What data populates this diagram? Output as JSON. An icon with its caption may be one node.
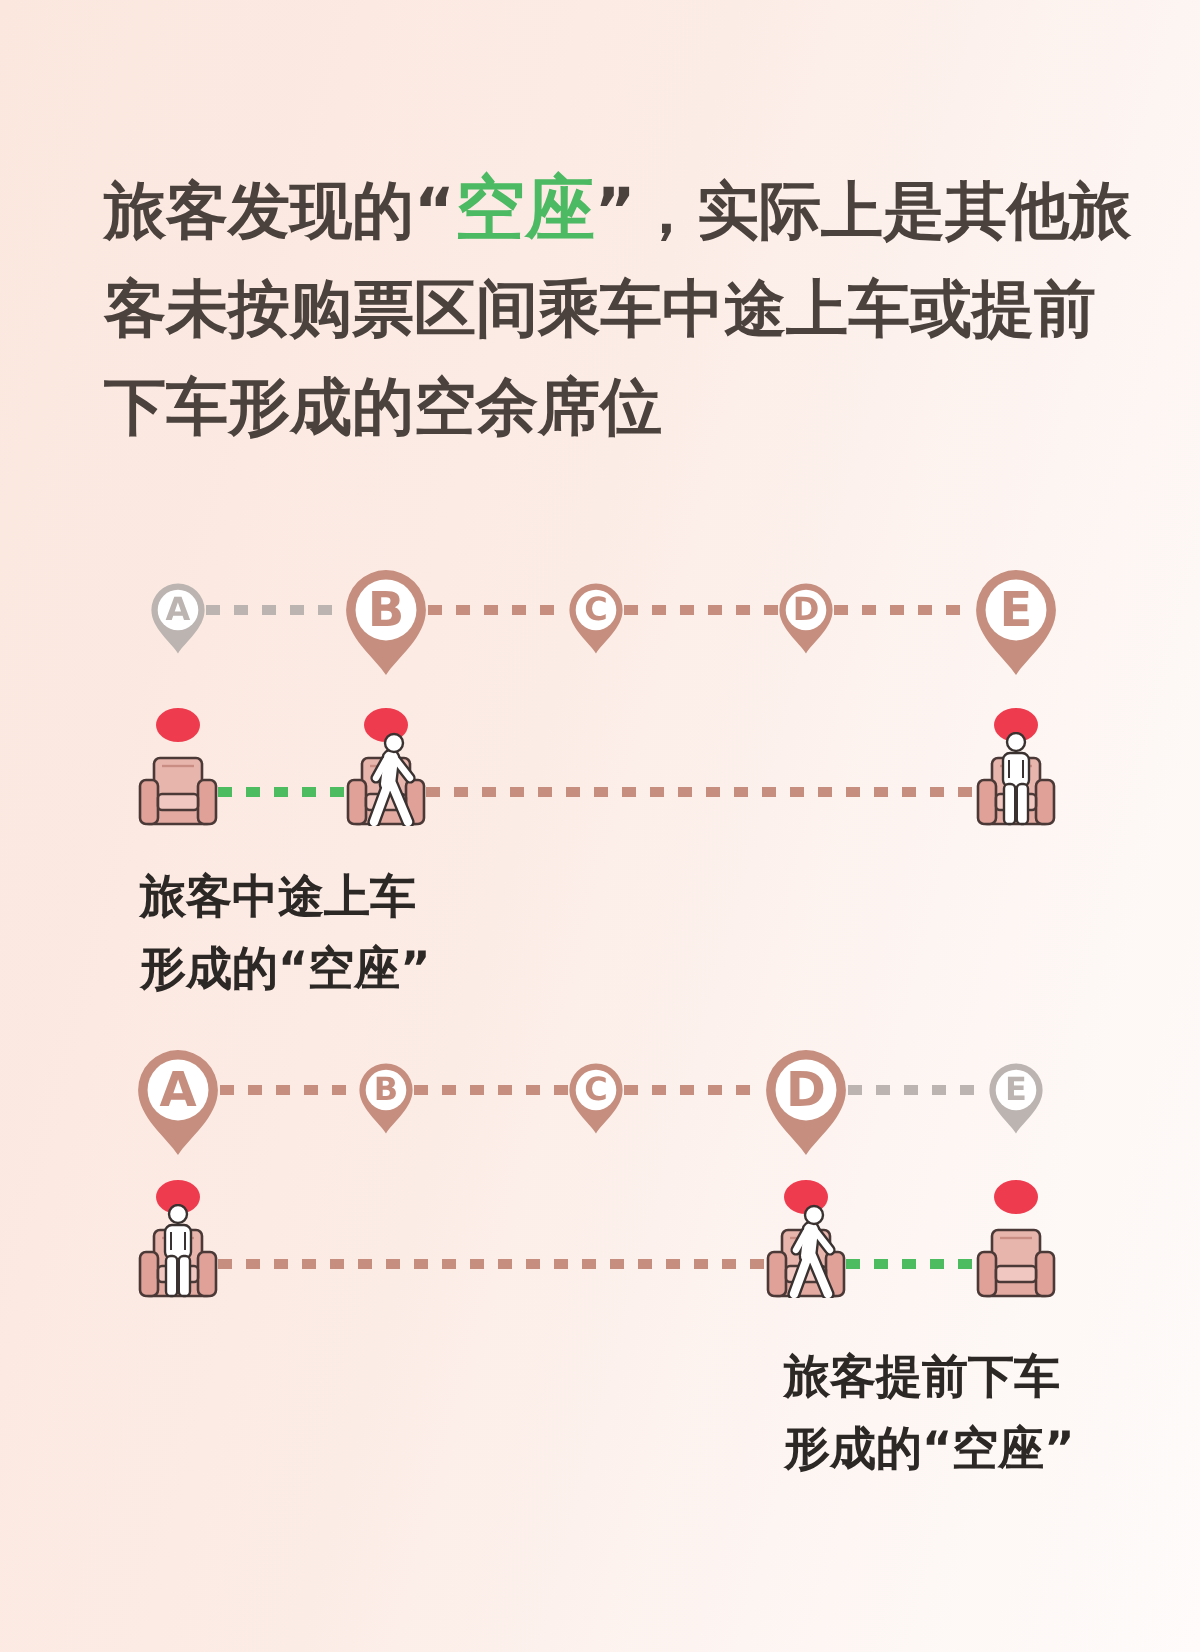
{
  "diagram": {
    "title": "旅客发现的“**空座**”，实际上是其他旅客未按购票区间乘车中途上车或提前下车形成的空余席位",
    "nodes": [
      {
        "text": [
          "A"
        ]
      },
      {
        "text": [
          "B"
        ]
      },
      {
        "text": [
          "C"
        ]
      },
      {
        "text": [
          "D"
        ]
      },
      {
        "text": [
          "E"
        ]
      },
      {
        "text": [],
        "shape": "picture"
      },
      {
        "text": [],
        "shape": "picture"
      },
      {
        "text": [],
        "shape": "picture"
      },
      {
        "text": [
          "A"
        ]
      },
      {
        "text": [
          "B"
        ]
      },
      {
        "text": [
          "C"
        ]
      },
      {
        "text": [
          "D"
        ]
      },
      {
        "text": [
          "E"
        ]
      },
      {
        "text": [],
        "shape": "picture"
      },
      {
        "text": [],
        "shape": "picture"
      },
      {
        "text": [],
        "shape": "picture"
      }
    ],
    "edges": [
      {
        "from": 0,
        "to": 1,
        "arrow": "none",
        "style": "dashed",
        "color": "#bbb4b1"
      },
      {
        "from": 1,
        "to": 2,
        "arrow": "none",
        "style": "dashed"
      },
      {
        "from": 2,
        "to": 3,
        "arrow": "none",
        "style": "dashed"
      },
      {
        "from": 3,
        "to": 4,
        "arrow": "none",
        "style": "dashed"
      },
      {
        "from": 5,
        "to": 6,
        "arrow": "none",
        "style": "dashed",
        "color": "#4dbb60"
      },
      {
        "from": 6,
        "to": 7,
        "arrow": "none",
        "style": "dashed"
      },
      {
        "from": 8,
        "to": 9,
        "arrow": "none",
        "style": "dashed"
      },
      {
        "from": 9,
        "to": 10,
        "arrow": "none",
        "style": "dashed"
      },
      {
        "from": 10,
        "to": 11,
        "arrow": "none",
        "style": "dashed"
      },
      {
        "from": 11,
        "to": 12,
        "arrow": "none",
        "style": "dashed",
        "color": "#bbb4b1"
      },
      {
        "from": 13,
        "to": 14,
        "arrow": "none",
        "style": "dashed"
      },
      {
        "from": 14,
        "to": 15,
        "arrow": "none",
        "style": "dashed",
        "color": "#4dbb60"
      }
    ],
    "labels": [
      "旅客中途上车形成的“空座”",
      "旅客提前下车形成的“空座”"
    ]
  }
}
